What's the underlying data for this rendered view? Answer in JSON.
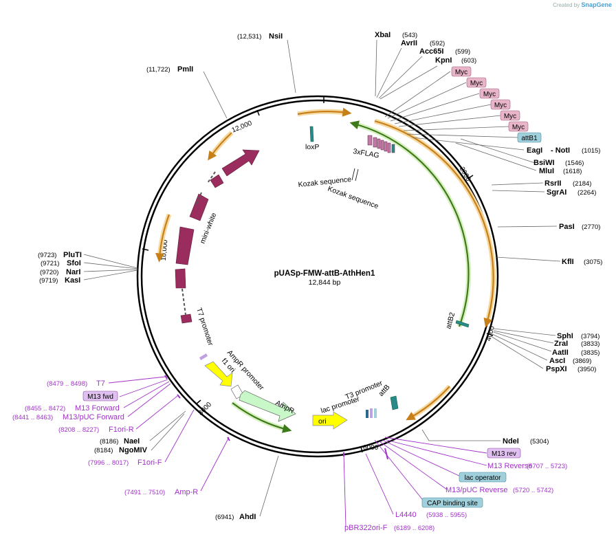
{
  "credit": {
    "prefix": "Created by",
    "brand": "SnapGene"
  },
  "plasmid": {
    "name": "pUASp-FMW-attB-AthHen1",
    "size": "12,844 bp"
  },
  "ticks": [
    "2000",
    "4000",
    "6000",
    "8000",
    "10,000",
    "12,000"
  ],
  "enzymes": [
    {
      "name": "NsiI",
      "pos": "(12,531)"
    },
    {
      "name": "PmlI",
      "pos": "(11,722)"
    },
    {
      "name": "XbaI",
      "pos": "(543)"
    },
    {
      "name": "AvrII",
      "pos": "(592)"
    },
    {
      "name": "Acc65I",
      "pos": "(599)"
    },
    {
      "name": "KpnI",
      "pos": "(603)"
    },
    {
      "name": "EagI",
      "pos": "- NotI"
    },
    {
      "name": "",
      "pos": "(1015)"
    },
    {
      "name": "BsiWI",
      "pos": "(1546)"
    },
    {
      "name": "MluI",
      "pos": "(1618)"
    },
    {
      "name": "RsrII",
      "pos": "(2184)"
    },
    {
      "name": "SgrAI",
      "pos": "(2264)"
    },
    {
      "name": "PasI",
      "pos": "(2770)"
    },
    {
      "name": "KflI",
      "pos": "(3075)"
    },
    {
      "name": "SphI",
      "pos": "(3794)"
    },
    {
      "name": "ZraI",
      "pos": "(3833)"
    },
    {
      "name": "AatII",
      "pos": "(3835)"
    },
    {
      "name": "AscI",
      "pos": "(3869)"
    },
    {
      "name": "PspXI",
      "pos": "(3950)"
    },
    {
      "name": "NdeI",
      "pos": "(5304)"
    },
    {
      "name": "AhdI",
      "pos": "(6941)"
    },
    {
      "name": "NaeI",
      "pos": "(8186)"
    },
    {
      "name": "NgoMIV",
      "pos": "(8184)"
    },
    {
      "name": "PluTI",
      "pos": "(9723)"
    },
    {
      "name": "SfoI",
      "pos": "(9721)"
    },
    {
      "name": "NarI",
      "pos": "(9720)"
    },
    {
      "name": "KasI",
      "pos": "(9719)"
    }
  ],
  "tags": [
    "Myc",
    "Myc",
    "Myc",
    "Myc",
    "Myc",
    "Myc",
    "attB1",
    "M13 fwd",
    "M13 rev",
    "lac operator",
    "CAP binding site"
  ],
  "primers": [
    {
      "name": "T7",
      "pos": "(8479 .. 8498)"
    },
    {
      "name": "M13 Forward",
      "pos": "(8455 .. 8472)"
    },
    {
      "name": "M13/pUC Forward",
      "pos": "(8441 .. 8463)"
    },
    {
      "name": "F1ori-R",
      "pos": "(8208 .. 8227)"
    },
    {
      "name": "F1ori-F",
      "pos": "(7996 .. 8017)"
    },
    {
      "name": "Amp-R",
      "pos": "(7491 .. 7510)"
    },
    {
      "name": "M13 Reverse",
      "pos": "(5707 .. 5723)"
    },
    {
      "name": "M13/pUC Reverse",
      "pos": "(5720 .. 5742)"
    },
    {
      "name": "L4440",
      "pos": "(5938 .. 5955)"
    },
    {
      "name": "pBR322ori-F",
      "pos": "(6189 .. 6208)"
    }
  ],
  "features": [
    "loxP",
    "3xFLAG",
    "Kozak sequence",
    "Kozak sequence",
    "mini-white",
    "T7 promoter",
    "AmpR promoter",
    "f1 ori",
    "AmpR",
    "ori",
    "lac promoter",
    "T3 promoter",
    "attB",
    "attB2"
  ],
  "colors": {
    "backbone": "#000000",
    "orf": "#9b2c5e",
    "orange": "#e8a030",
    "green": "#4a9a20",
    "ampr": "#c8f8c8",
    "ori": "#ffff00",
    "primer": "#a030c8",
    "tag_pink": "#e8b4c8",
    "tag_blue": "#a0d0dc"
  }
}
